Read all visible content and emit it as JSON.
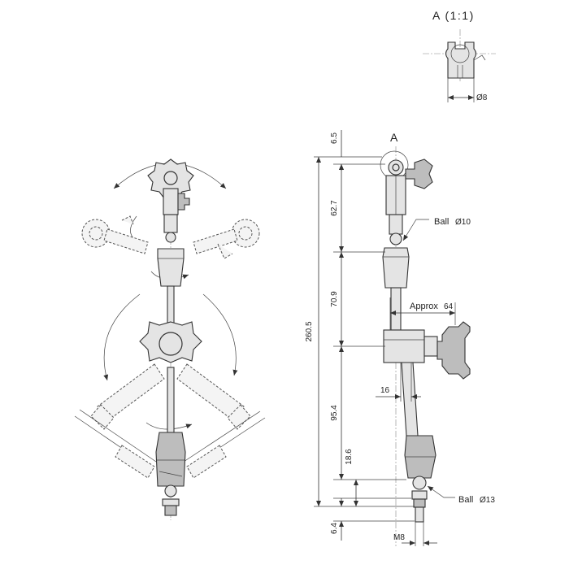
{
  "detail": {
    "title": "A (1:1)",
    "diameter_label": "Ø8"
  },
  "callout": {
    "letter": "A"
  },
  "dimensions": {
    "total_height": "260.5",
    "top_offset": "6.5",
    "upper_arm": "62.7",
    "middle_arm": "70.9",
    "lower_arm": "95.4",
    "base_section": "18.6",
    "bottom_offset": "6.4",
    "center_offset": "16",
    "approx_prefix": "Approx",
    "approx_value": "64",
    "thread": "M8"
  },
  "labels": {
    "ball_top_prefix": "Ball",
    "ball_top_size": "Ø10",
    "ball_bottom_prefix": "Ball",
    "ball_bottom_size": "Ø13"
  }
}
